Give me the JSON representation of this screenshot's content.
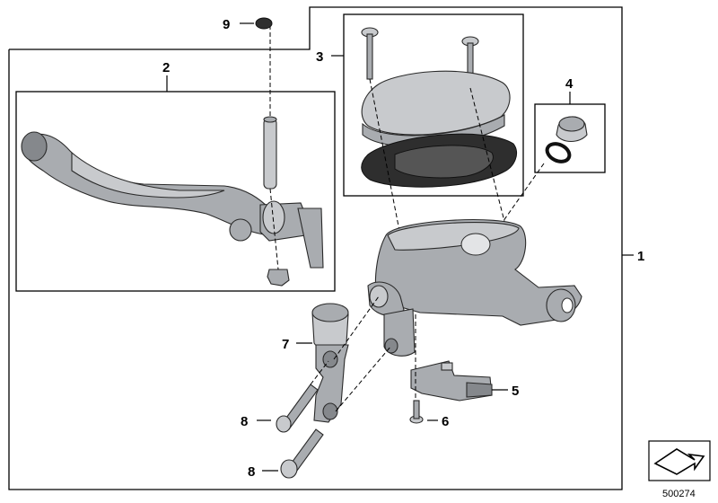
{
  "diagram": {
    "callouts": [
      {
        "id": "callout-1",
        "label": "1"
      },
      {
        "id": "callout-2",
        "label": "2"
      },
      {
        "id": "callout-3",
        "label": "3"
      },
      {
        "id": "callout-4",
        "label": "4"
      },
      {
        "id": "callout-5",
        "label": "5"
      },
      {
        "id": "callout-6",
        "label": "6"
      },
      {
        "id": "callout-7",
        "label": "7"
      },
      {
        "id": "callout-8a",
        "label": "8"
      },
      {
        "id": "callout-8b",
        "label": "8"
      },
      {
        "id": "callout-9",
        "label": "9"
      }
    ],
    "document_number": "500274",
    "cap_inscription": "",
    "colors": {
      "line": "#000000",
      "part_fill": "#a9acb0",
      "part_light": "#c8cacd",
      "part_dark": "#85888c",
      "gasket": "#2e2e2e"
    }
  }
}
